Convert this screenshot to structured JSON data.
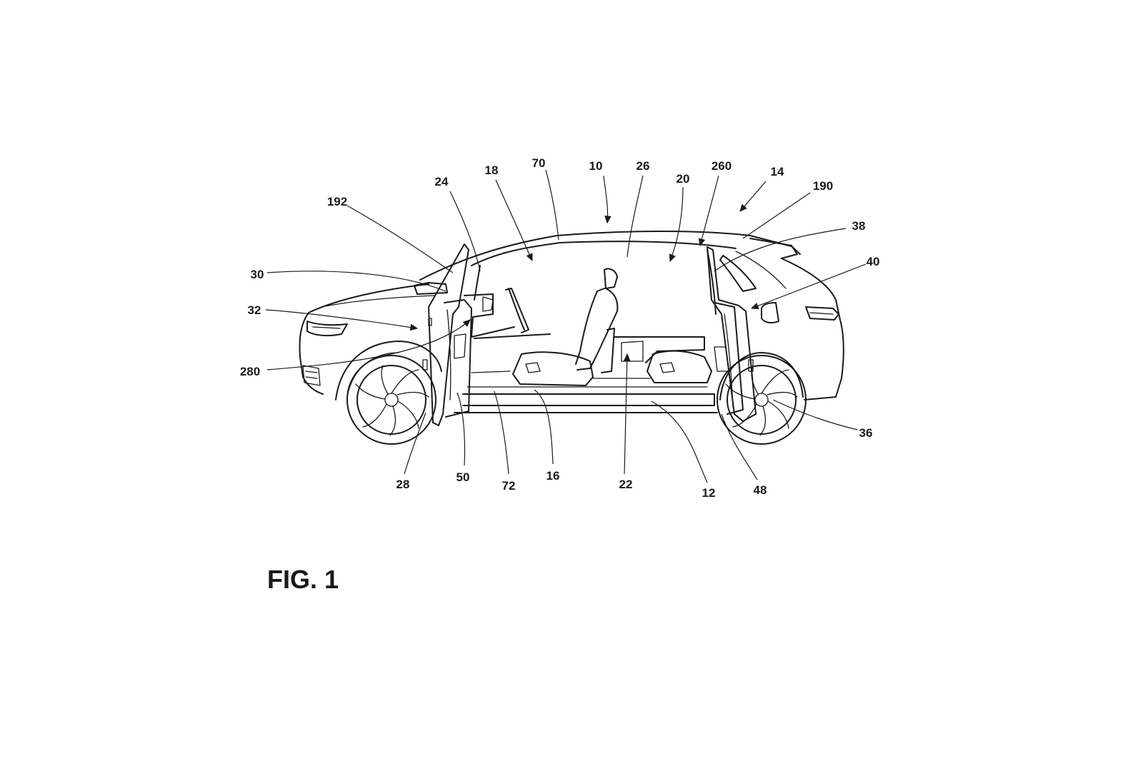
{
  "figure": {
    "label": "FIG. 1",
    "subject": "vehicle-side-view-doors-open",
    "reference_numerals": [
      "10",
      "12",
      "14",
      "16",
      "18",
      "20",
      "22",
      "24",
      "26",
      "28",
      "30",
      "32",
      "36",
      "38",
      "40",
      "48",
      "50",
      "70",
      "72",
      "190",
      "192",
      "260",
      "280"
    ]
  }
}
